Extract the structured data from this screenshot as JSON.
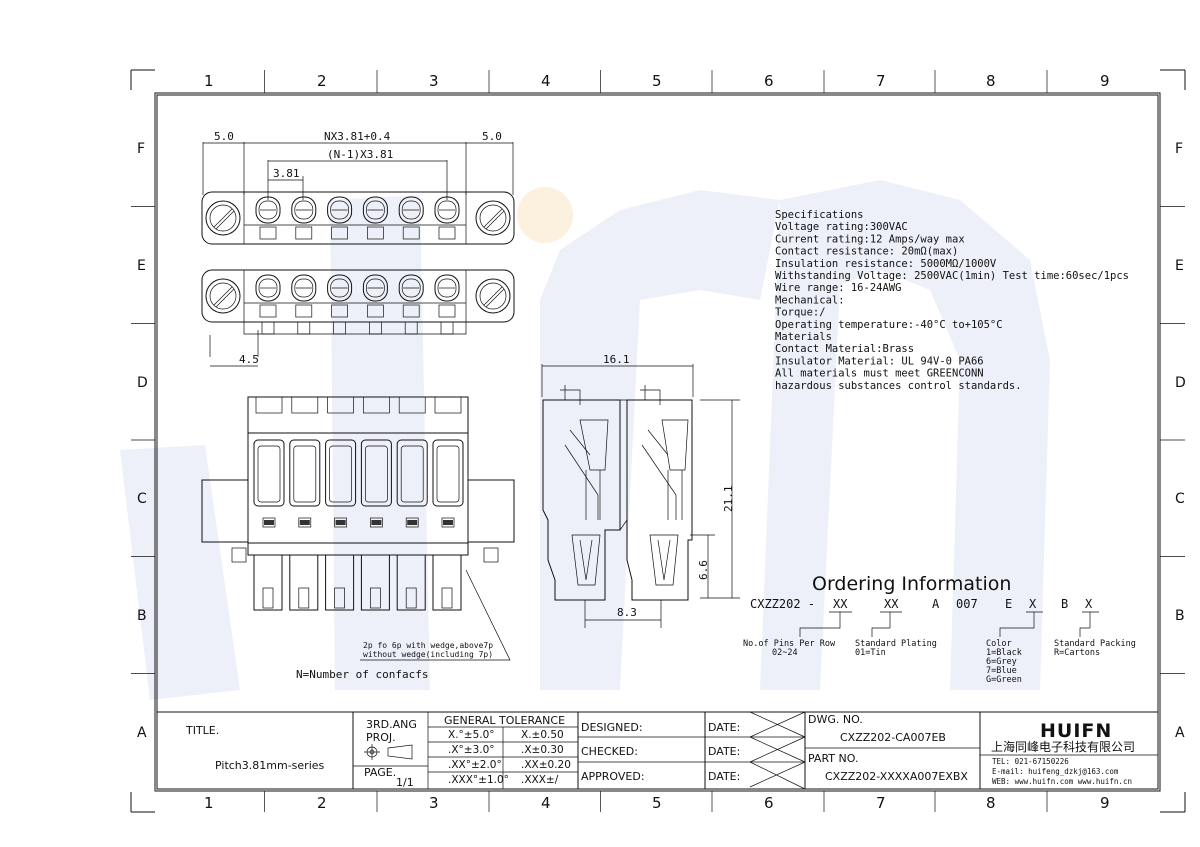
{
  "frame": {
    "columns": [
      "1",
      "2",
      "3",
      "4",
      "5",
      "6",
      "7",
      "8",
      "9"
    ],
    "rows": [
      "F",
      "E",
      "D",
      "C",
      "B",
      "A"
    ]
  },
  "watermark_brand": "HUIFN",
  "dimensions": {
    "left_edge": "5.0",
    "total": "NX3.81+0.4",
    "right_edge": "5.0",
    "inner": "(N-1)X3.81",
    "pitch": "3.81",
    "screw_offset": "4.5",
    "side_width": "16.1",
    "side_height": "21.1",
    "pin_height": "6.6",
    "pin_spacing": "8.3"
  },
  "notes": {
    "wedge": [
      "2p fo 6p with wedge,above7p",
      "without wedge(including 7p)"
    ],
    "contacts": "N=Number of confacfs"
  },
  "specifications": [
    "Specifications",
    "Voltage rating:300VAC",
    "Current rating:12 Amps/way max",
    "Contact resistance: 20mΩ(max)",
    "Insulation resistance: 5000MΩ/1000V",
    "Withstanding Voltage: 2500VAC(1min) Test time:60sec/1pcs",
    "Wire range: 16-24AWG",
    "Mechanical:",
    "Torque:/",
    "Operating temperature:-40°C to+105°C",
    "Materials",
    "Contact Material:Brass",
    "Insulator Material: UL 94V-0 PA66",
    "All materials must meet GREENCONN",
    "hazardous substances control standards."
  ],
  "ordering": {
    "title": "Ordering Information",
    "code": {
      "prefix": "CXZZ202 -",
      "pins": "XX",
      "plating": "XX",
      "a": "A",
      "num": "007",
      "e": "E",
      "color": "X",
      "b": "B",
      "pack": "X"
    },
    "pins_label": "No.of Pins Per Row",
    "pins_value": "02~24",
    "plating_label": "Standard Plating",
    "plating_value": "01=Tin",
    "color_label": "Color",
    "color_values": [
      "1=Black",
      "6=Grey",
      "7=Blue",
      "G=Green"
    ],
    "pack_label": "Standard Packing",
    "pack_value": "R=Cartons"
  },
  "title_block": {
    "title_label": "TITLE.",
    "title_value": "Pitch3.81mm-series",
    "proj_label": "3RD.ANG",
    "proj_label2": "PROJ.",
    "page_label": "PAGE.",
    "page_value": "1/1",
    "tolerance_header": "GENERAL  TOLERANCE",
    "tolerances": [
      [
        "X.°±5.0°",
        "X.±0.50"
      ],
      [
        ".X°±3.0°",
        ".X±0.30"
      ],
      [
        ".XX°±2.0°",
        ".XX±0.20"
      ],
      [
        ".XXX°±1.0°",
        ".XXX±/"
      ]
    ],
    "designed": "DESIGNED:",
    "checked": "CHECKED:",
    "approved": "APPROVED:",
    "date": "DATE:",
    "dwg_label": "DWG. NO.",
    "dwg_value": "CXZZ202-CA007EB",
    "part_label": "PART NO.",
    "part_value": "CXZZ202-XXXXA007EXBX",
    "company_logo": "HUIFN",
    "company_name": "上海同峰电子科技有限公司",
    "tel": "TEL: 021-67150226",
    "email": "E-mail: huifeng_dzkj@163.com",
    "web": "WEB: www.huifn.com  www.huifn.cn"
  }
}
